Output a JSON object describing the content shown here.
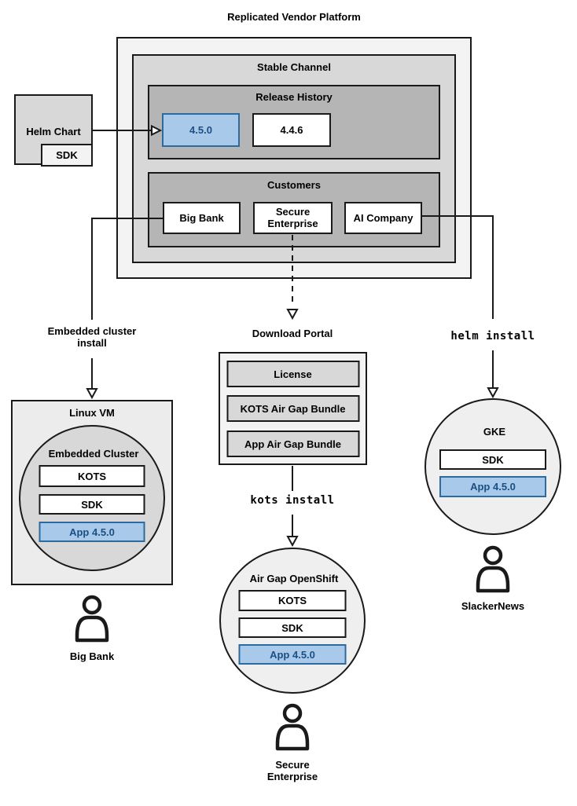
{
  "title": "Replicated Vendor Platform",
  "colors": {
    "highlight_fill": "#a9c9ea",
    "highlight_border": "#2d6a9f",
    "highlight_text": "#1b4f82",
    "grey_outer": "#f3f3f3",
    "grey_mid": "#d8d8d8",
    "grey_dark": "#b5b5b5"
  },
  "platform": {
    "stable_channel_label": "Stable Channel",
    "release_history_label": "Release History",
    "releases": [
      {
        "version": "4.5.0",
        "highlighted": true
      },
      {
        "version": "4.4.6",
        "highlighted": false
      }
    ],
    "customers_label": "Customers",
    "customers": [
      "Big Bank",
      "Secure Enterprise",
      "AI Company"
    ]
  },
  "helm_chart": {
    "label": "Helm Chart",
    "sdk_label": "SDK"
  },
  "embedded_flow": {
    "install_label": "Embedded cluster install",
    "host_label": "Linux VM",
    "cluster_label": "Embedded Cluster",
    "components": [
      "KOTS",
      "SDK",
      "App 4.5.0"
    ],
    "persona": "Big Bank"
  },
  "airgap_flow": {
    "portal_label": "Download Portal",
    "portal_items": [
      "License",
      "KOTS Air Gap Bundle",
      "App Air Gap Bundle"
    ],
    "install_label": "kots install",
    "cluster_label": "Air Gap OpenShift",
    "components": [
      "KOTS",
      "SDK",
      "App 4.5.0"
    ],
    "persona": "Secure Enterprise"
  },
  "helm_flow": {
    "install_label": "helm install",
    "cluster_label": "GKE",
    "components": [
      "SDK",
      "App 4.5.0"
    ],
    "persona": "SlackerNews"
  }
}
